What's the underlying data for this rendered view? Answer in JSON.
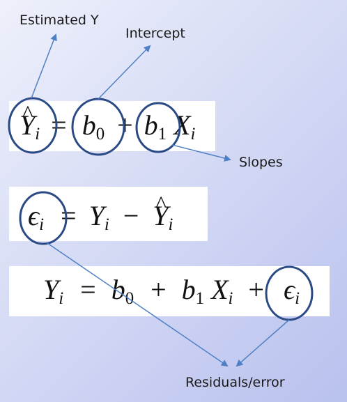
{
  "labels": {
    "estimated_y": "Estimated Y",
    "intercept": "Intercept",
    "slopes": "Slopes",
    "residuals": "Residuals/error"
  },
  "equations": {
    "eq1": {
      "yhat": "Y",
      "yhat_sub": "i",
      "equals": "=",
      "b0": "b",
      "b0_sub": "0",
      "plus": "+",
      "b1": "b",
      "b1_sub": "1",
      "x": "X",
      "x_sub": "i"
    },
    "eq2": {
      "eps": "ϵ",
      "eps_sub": "i",
      "equals": "=",
      "y": "Y",
      "y_sub": "i",
      "minus": "−",
      "yhat": "Y",
      "yhat_sub": "i"
    },
    "eq3": {
      "y": "Y",
      "y_sub": "i",
      "equals": "=",
      "b0": "b",
      "b0_sub": "0",
      "plus1": "+",
      "b1": "b",
      "b1_sub": "1",
      "x": "X",
      "x_sub": "i",
      "plus2": "+",
      "eps": "ϵ",
      "eps_sub": "i"
    }
  },
  "colors": {
    "accent": "#2a4a86",
    "arrow": "#4f80c5"
  }
}
